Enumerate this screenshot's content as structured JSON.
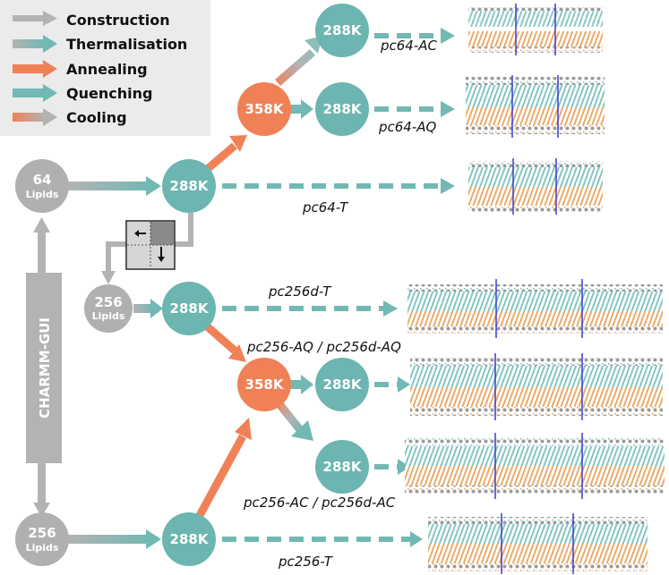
{
  "legend": {
    "construction": "Construction",
    "thermalisation": "Thermalisation",
    "annealing": "Annealing",
    "quenching": "Quenching",
    "cooling": "Cooling"
  },
  "colors": {
    "construction": "#b3b3b3",
    "quenching": "#72b8b3",
    "annealing": "#f08157",
    "node_teal": "#6cb5b0",
    "node_orange": "#f08157",
    "node_gray": "#b0b0b0",
    "lipid_teal": "#7ec4bf",
    "lipid_orange": "#e8a866",
    "box_line": "#3a3ad0"
  },
  "setup": {
    "charmm_gui": "CHARMM-GUI",
    "lipids_64_num": "64",
    "lipids_64_word": "Lipids",
    "lipids_256a_num": "256",
    "lipids_256a_word": "Lipids",
    "lipids_256b_num": "256",
    "lipids_256b_word": "Lipids"
  },
  "nodes": {
    "t64": "288K",
    "ann64": "358K",
    "ac64": "288K",
    "aq64": "288K",
    "t256d": "288K",
    "ann256": "358K",
    "aq256": "288K",
    "ac256": "288K",
    "t256": "288K"
  },
  "labels": {
    "pc64_ac": "pc64-AC",
    "pc64_aq": "pc64-AQ",
    "pc64_t": "pc64-T",
    "pc256d_t": "pc256d-T",
    "pc256_aq": "pc256-AQ / pc256d-AQ",
    "pc256_ac": "pc256-AC / pc256d-AC",
    "pc256_t": "pc256-T"
  },
  "icons": {
    "legend_arrows": "legend-arrow-icon",
    "replication": "box-replication-icon",
    "membrane": "lipid-bilayer-icon"
  }
}
